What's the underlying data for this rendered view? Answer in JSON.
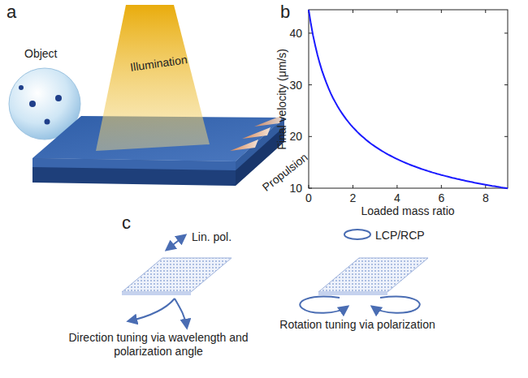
{
  "diagram": {
    "labels": [
      "a",
      "Object",
      "Illumination",
      "Propulsion",
      "b",
      "40",
      "30",
      "20",
      "10",
      "0",
      "2",
      "4",
      "6",
      "8",
      "Final velocity (μm/s)",
      "Loaded mass ratio",
      "c",
      "Lin. pol.",
      "LCP/RCP",
      "Direction tuning via wavelength and polarization angle",
      "Rotation tuning via polarization"
    ]
  }
}
